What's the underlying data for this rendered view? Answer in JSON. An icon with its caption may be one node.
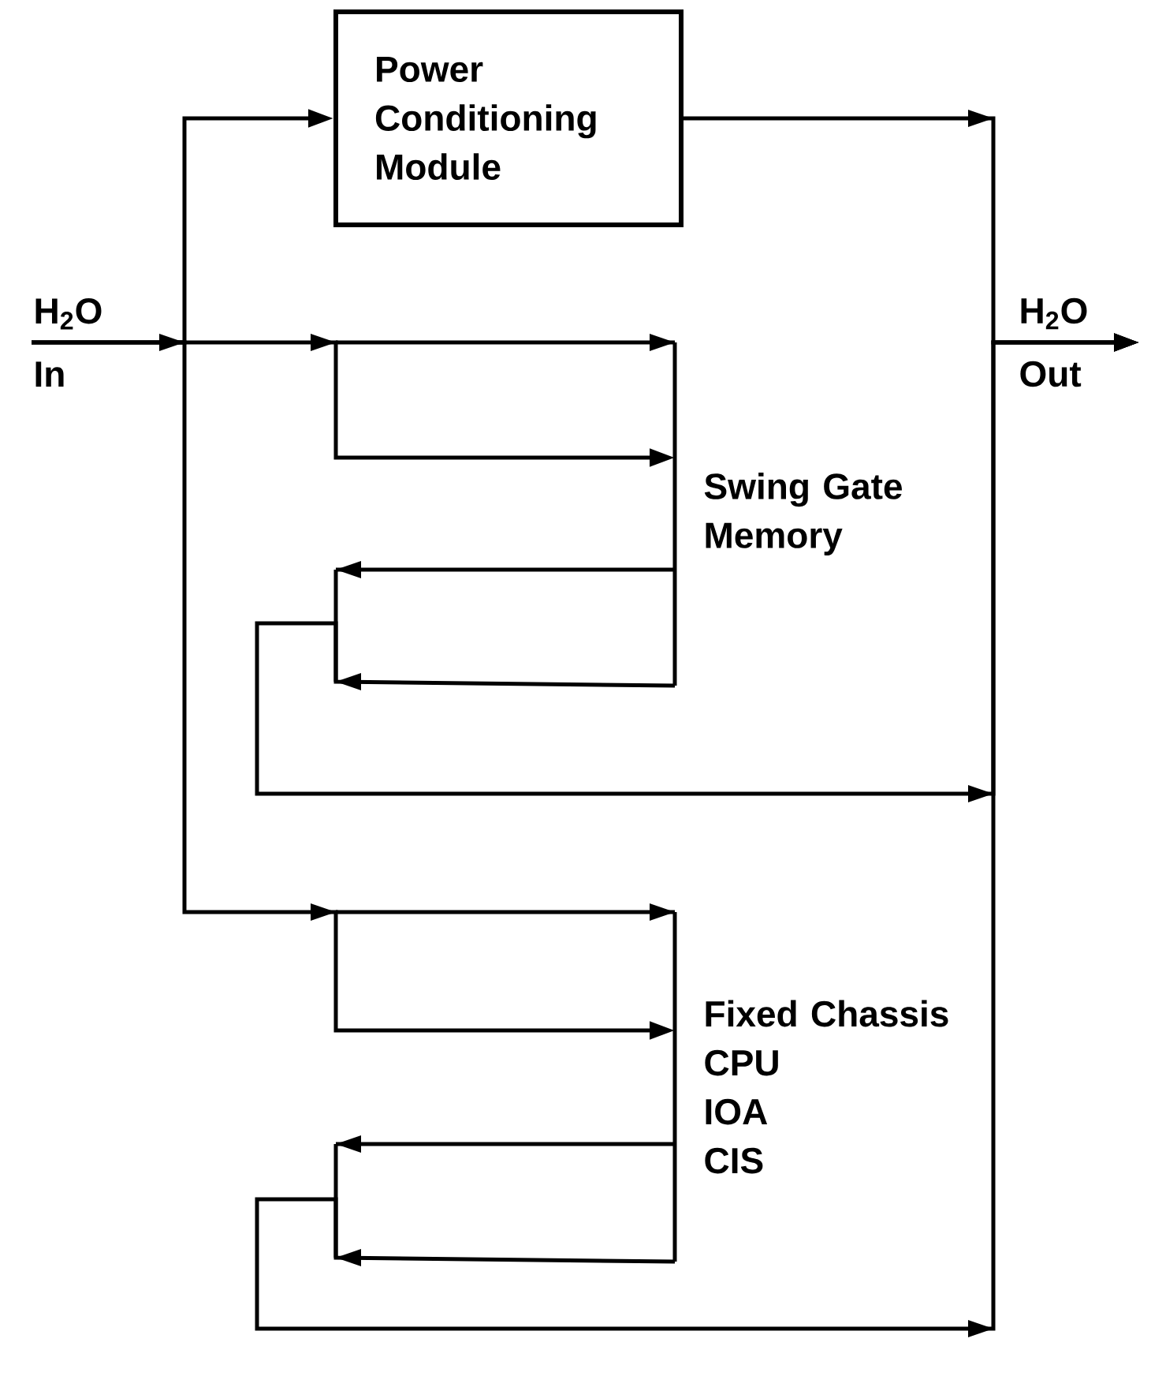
{
  "diagram": {
    "nodes": [
      {
        "text": [
          "H$_{2}$O",
          "In"
        ]
      },
      {
        "text": [
          "Power Conditioning Module"
        ]
      },
      {
        "text": [
          "Swing Gate Memory"
        ]
      },
      {
        "text": [
          "Fixed Chassis",
          "CPU",
          "IOA",
          "CIS"
        ]
      },
      {
        "text": [
          "H$_{2}$O",
          "Out"
        ]
      }
    ],
    "edges": [
      {
        "from": 0,
        "to": 1,
        "arrow": "to"
      },
      {
        "from": 1,
        "to": 4,
        "arrow": "to"
      },
      {
        "from": 0,
        "to": 2,
        "arrow": "to"
      },
      {
        "from": 2,
        "to": 4,
        "arrow": "to"
      },
      {
        "from": 0,
        "to": 3,
        "arrow": "to"
      },
      {
        "from": 3,
        "to": 4,
        "arrow": "to"
      }
    ]
  }
}
